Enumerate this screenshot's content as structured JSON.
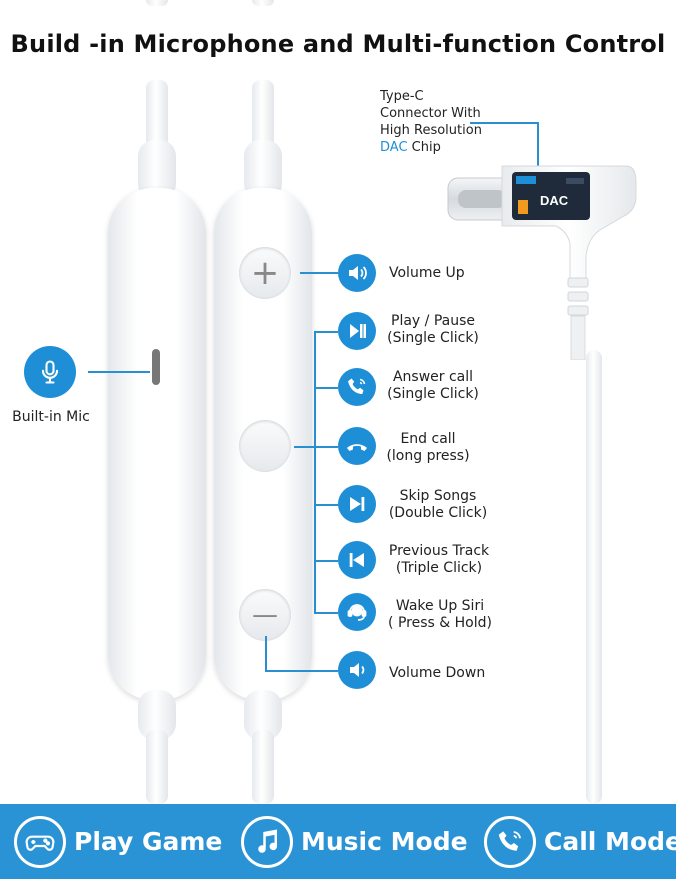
{
  "title": "Build -in Microphone and Multi-function Control",
  "dac": {
    "line1": "Type-C",
    "line2": "Connector With",
    "line3": "High Resolution",
    "line4_highlight": "DAC",
    "line4_rest": " Chip",
    "chip_label": "DAC"
  },
  "mic": {
    "label": "Built-in Mic"
  },
  "remote": {
    "plus_symbol": "+",
    "minus_symbol": "—"
  },
  "functions": [
    {
      "line1": "Volume Up",
      "line2": ""
    },
    {
      "line1": "Play / Pause",
      "line2": "(Single Click)"
    },
    {
      "line1": "Answer call",
      "line2": "(Single Click)"
    },
    {
      "line1": "End call",
      "line2": "(long press)"
    },
    {
      "line1": "Skip Songs",
      "line2": "(Double Click)"
    },
    {
      "line1": "Previous Track",
      "line2": "(Triple Click)"
    },
    {
      "line1": "Wake Up Siri",
      "line2": "( Press & Hold)"
    },
    {
      "line1": "Volume Down",
      "line2": ""
    }
  ],
  "modes": [
    {
      "label": "Play Game",
      "icon": "gamepad-icon"
    },
    {
      "label": "Music Mode",
      "icon": "music-note-icon"
    },
    {
      "label": "Call Mode",
      "icon": "phone-call-icon"
    }
  ],
  "colors": {
    "accent": "#1e8fd6",
    "bar": "#2a93d6"
  }
}
